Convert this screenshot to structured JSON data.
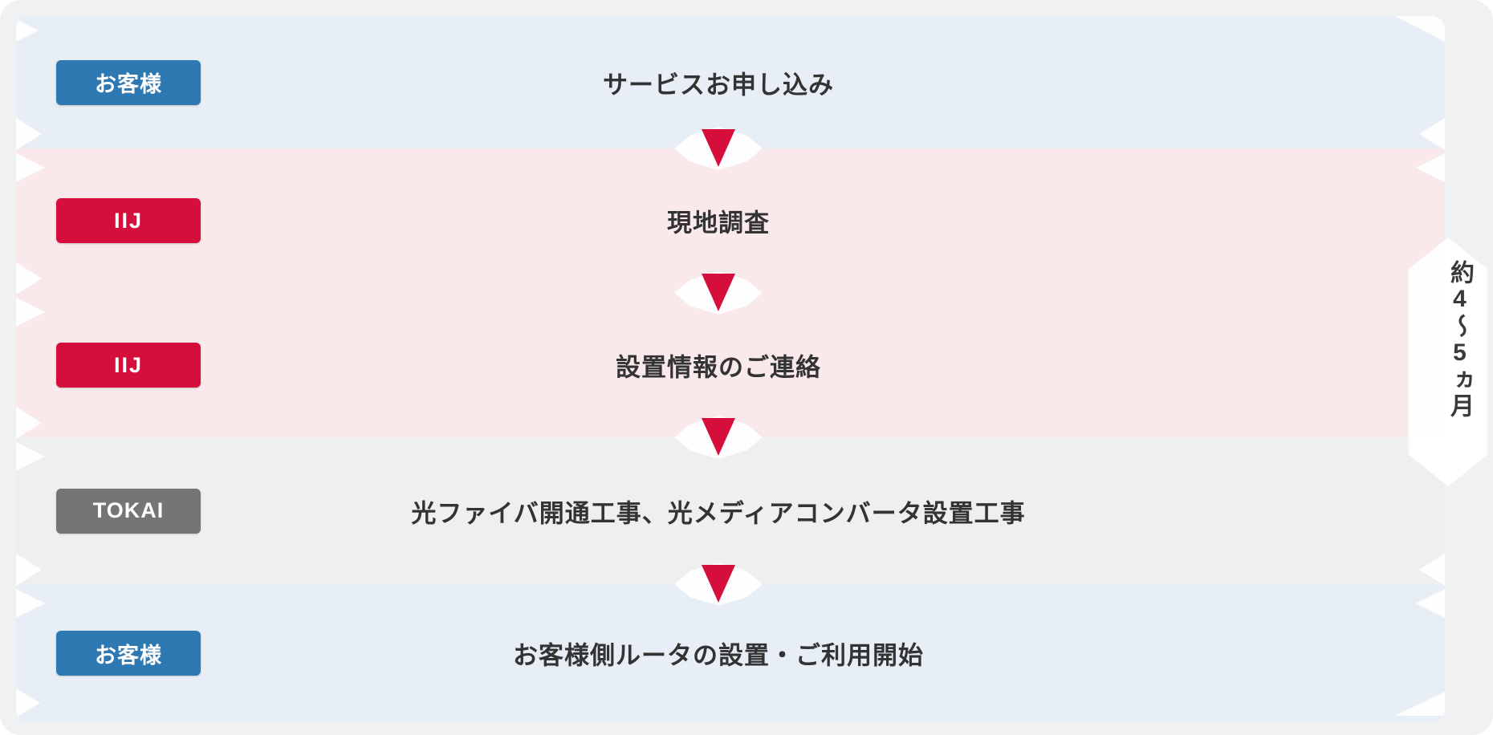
{
  "flow": {
    "steps": [
      {
        "actor": "お客様",
        "label": "サービスお申し込み"
      },
      {
        "actor": "IIJ",
        "label": "現地調査"
      },
      {
        "actor": "IIJ",
        "label": "設置情報のご連絡"
      },
      {
        "actor": "TOKAI",
        "label": "光ファイバ開通工事、光メディアコンバータ設置工事"
      },
      {
        "actor": "お客様",
        "label": "お客様側ルータの設置・ご利用開始"
      }
    ],
    "duration_note": "約4〜5ヵ月",
    "colors": {
      "customer_badge": "#2e79b2",
      "iij_badge": "#d60e3c",
      "tokai_badge": "#757576",
      "arrow": "#d60e3c",
      "band_blue": "#e8eef5",
      "band_pink": "#fae9eb",
      "band_gray": "#edeff1",
      "page_background": "#f0f1f2",
      "step_text": "#333333"
    }
  }
}
